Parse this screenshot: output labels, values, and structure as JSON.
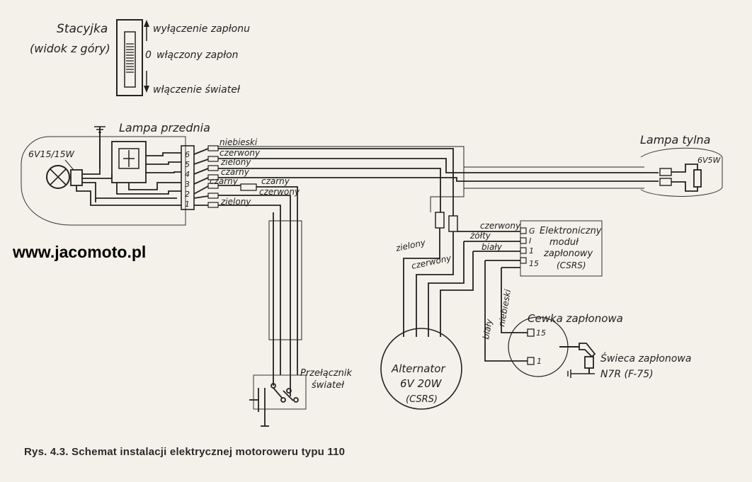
{
  "watermark": "www.jacomoto.pl",
  "caption": "Rys. 4.3. Schemat instalacji elektrycznej motoroweru typu 110",
  "switch": {
    "title": "Stacyjka",
    "subtitle": "(widok z góry)",
    "position_off": "wyłączenie zapłonu",
    "position_on_marker": "0",
    "position_on": "włączony zapłon",
    "position_lights": "włączenie świateł"
  },
  "front_lamp": {
    "label": "Lampa przednia",
    "bulb": "6V15/15W",
    "terminals": [
      "6",
      "5",
      "4",
      "3",
      "2",
      "1"
    ]
  },
  "rear_lamp": {
    "label": "Lampa tylna",
    "bulb": "6V5W"
  },
  "wires": {
    "niebieski": "niebieski",
    "czerwony": "czerwony",
    "zielony": "zielony",
    "czarny": "czarny",
    "zolty": "żółty",
    "bialy": "biały"
  },
  "ignition_module": {
    "line1": "Elektroniczny",
    "line2": "moduł",
    "line3": "zapłonowy",
    "line4": "(CSRS)",
    "pins": [
      "G",
      "I",
      "1",
      "15"
    ]
  },
  "alternator": {
    "line1": "Alternator",
    "line2": "6V 20W",
    "line3": "(CSRS)"
  },
  "coil": {
    "label": "Cewka zapłonowa",
    "pin_top": "15",
    "pin_bottom": "1"
  },
  "spark_plug": {
    "label": "Świeca zapłonowa",
    "model": "N7R (F-75)"
  },
  "light_switch": {
    "line1": "Przełącznik",
    "line2": "świateł"
  }
}
